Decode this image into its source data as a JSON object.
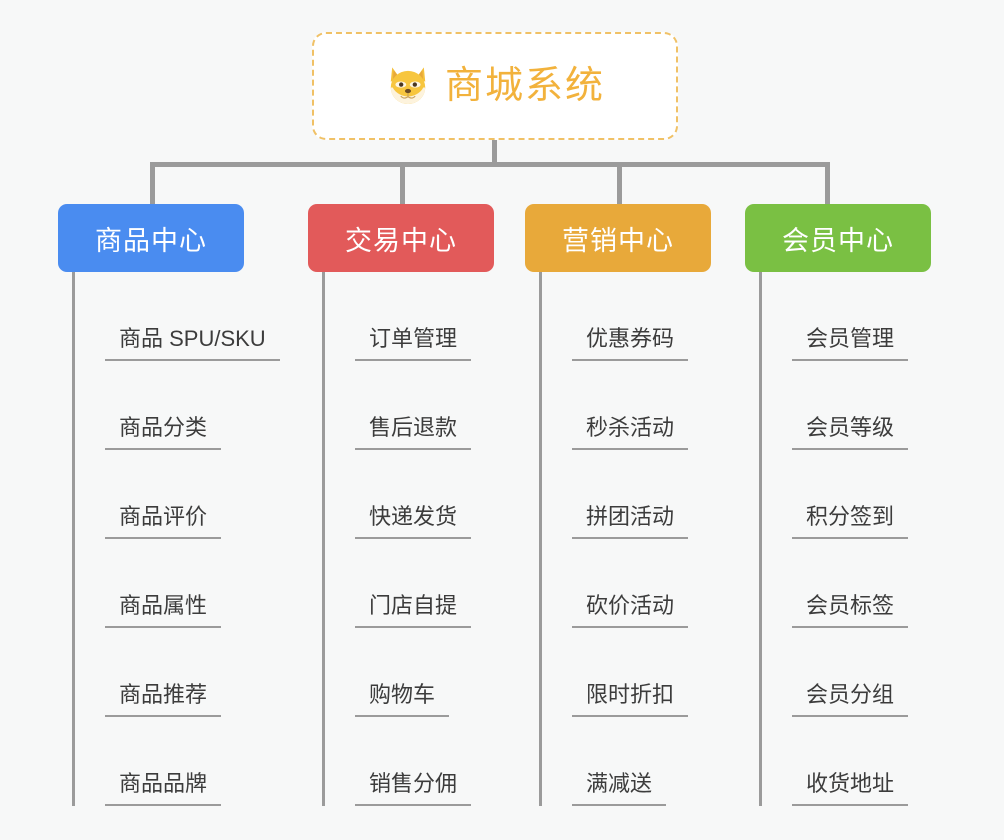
{
  "root": {
    "title": "商城系统",
    "icon": "shiba-dog-icon",
    "border_color": "#f0c166",
    "text_color": "#f2b23c",
    "background": "#ffffff"
  },
  "canvas": {
    "background": "#f7f8f8",
    "connector_color": "#9b9b9b"
  },
  "columns": [
    {
      "id": "product-center",
      "label": "商品中心",
      "color": "#4a8cf0",
      "items": [
        "商品 SPU/SKU",
        "商品分类",
        "商品评价",
        "商品属性",
        "商品推荐",
        "商品品牌"
      ]
    },
    {
      "id": "trade-center",
      "label": "交易中心",
      "color": "#e25a5a",
      "items": [
        "订单管理",
        "售后退款",
        "快递发货",
        "门店自提",
        "购物车",
        "销售分佣"
      ]
    },
    {
      "id": "marketing-center",
      "label": "营销中心",
      "color": "#e8a93a",
      "items": [
        "优惠券码",
        "秒杀活动",
        "拼团活动",
        "砍价活动",
        "限时折扣",
        "满减送"
      ]
    },
    {
      "id": "member-center",
      "label": "会员中心",
      "color": "#7ac043",
      "items": [
        "会员管理",
        "会员等级",
        "积分签到",
        "会员标签",
        "会员分组",
        "收货地址"
      ]
    }
  ]
}
